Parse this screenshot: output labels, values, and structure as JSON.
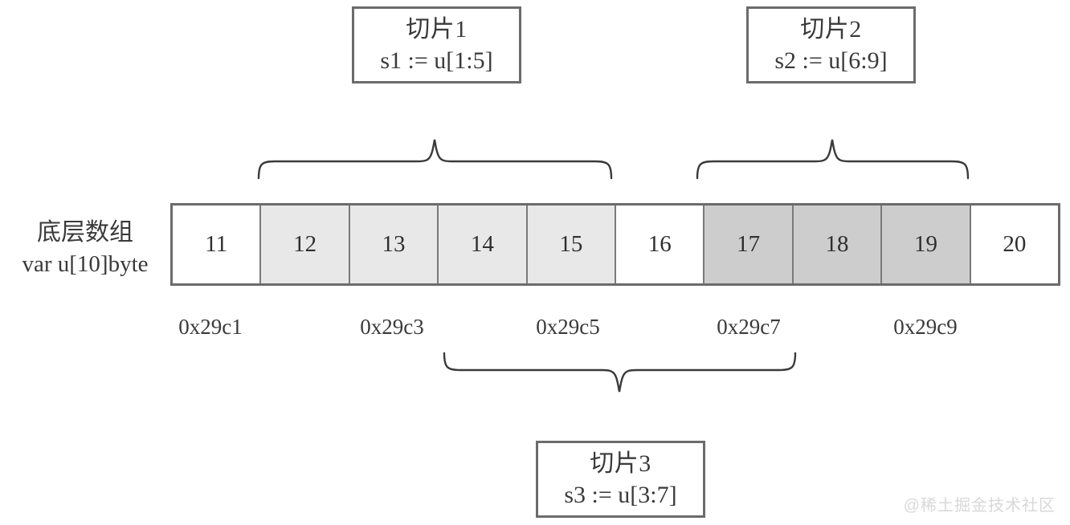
{
  "diagram": {
    "title_label_cn": "底层数组",
    "title_label_code": "var u[10]byte",
    "watermark": "@稀土掘金技术社区",
    "colors": {
      "border": "#6b6b6b",
      "cell_border": "#7a7a7a",
      "shade_light": "#e8e8e8",
      "shade_dark": "#cdcdcd",
      "text": "#3a3a3a",
      "brace": "#3a3a3a",
      "watermark": "#d8d8d8"
    }
  },
  "slice_boxes": [
    {
      "id": "slice-1",
      "title": "切片1",
      "expr": "s1 := u[1:5]"
    },
    {
      "id": "slice-2",
      "title": "切片2",
      "expr": "s2 := u[6:9]"
    },
    {
      "id": "slice-3",
      "title": "切片3",
      "expr": "s3 := u[3:7]"
    }
  ],
  "array": {
    "cells": [
      {
        "value": "11",
        "shade": "none"
      },
      {
        "value": "12",
        "shade": "light"
      },
      {
        "value": "13",
        "shade": "light"
      },
      {
        "value": "14",
        "shade": "light"
      },
      {
        "value": "15",
        "shade": "light"
      },
      {
        "value": "16",
        "shade": "none"
      },
      {
        "value": "17",
        "shade": "dark"
      },
      {
        "value": "18",
        "shade": "dark"
      },
      {
        "value": "19",
        "shade": "dark"
      },
      {
        "value": "20",
        "shade": "none"
      }
    ]
  },
  "addresses": [
    "0x29c1",
    "0x29c3",
    "0x29c5",
    "0x29c7",
    "0x29c9"
  ],
  "braces": [
    {
      "id": "brace-slice-1",
      "direction": "up",
      "spans_cells": "12-15"
    },
    {
      "id": "brace-slice-2",
      "direction": "up",
      "spans_cells": "17-19"
    },
    {
      "id": "brace-slice-3",
      "direction": "down",
      "spans_cells": "14-17"
    }
  ]
}
